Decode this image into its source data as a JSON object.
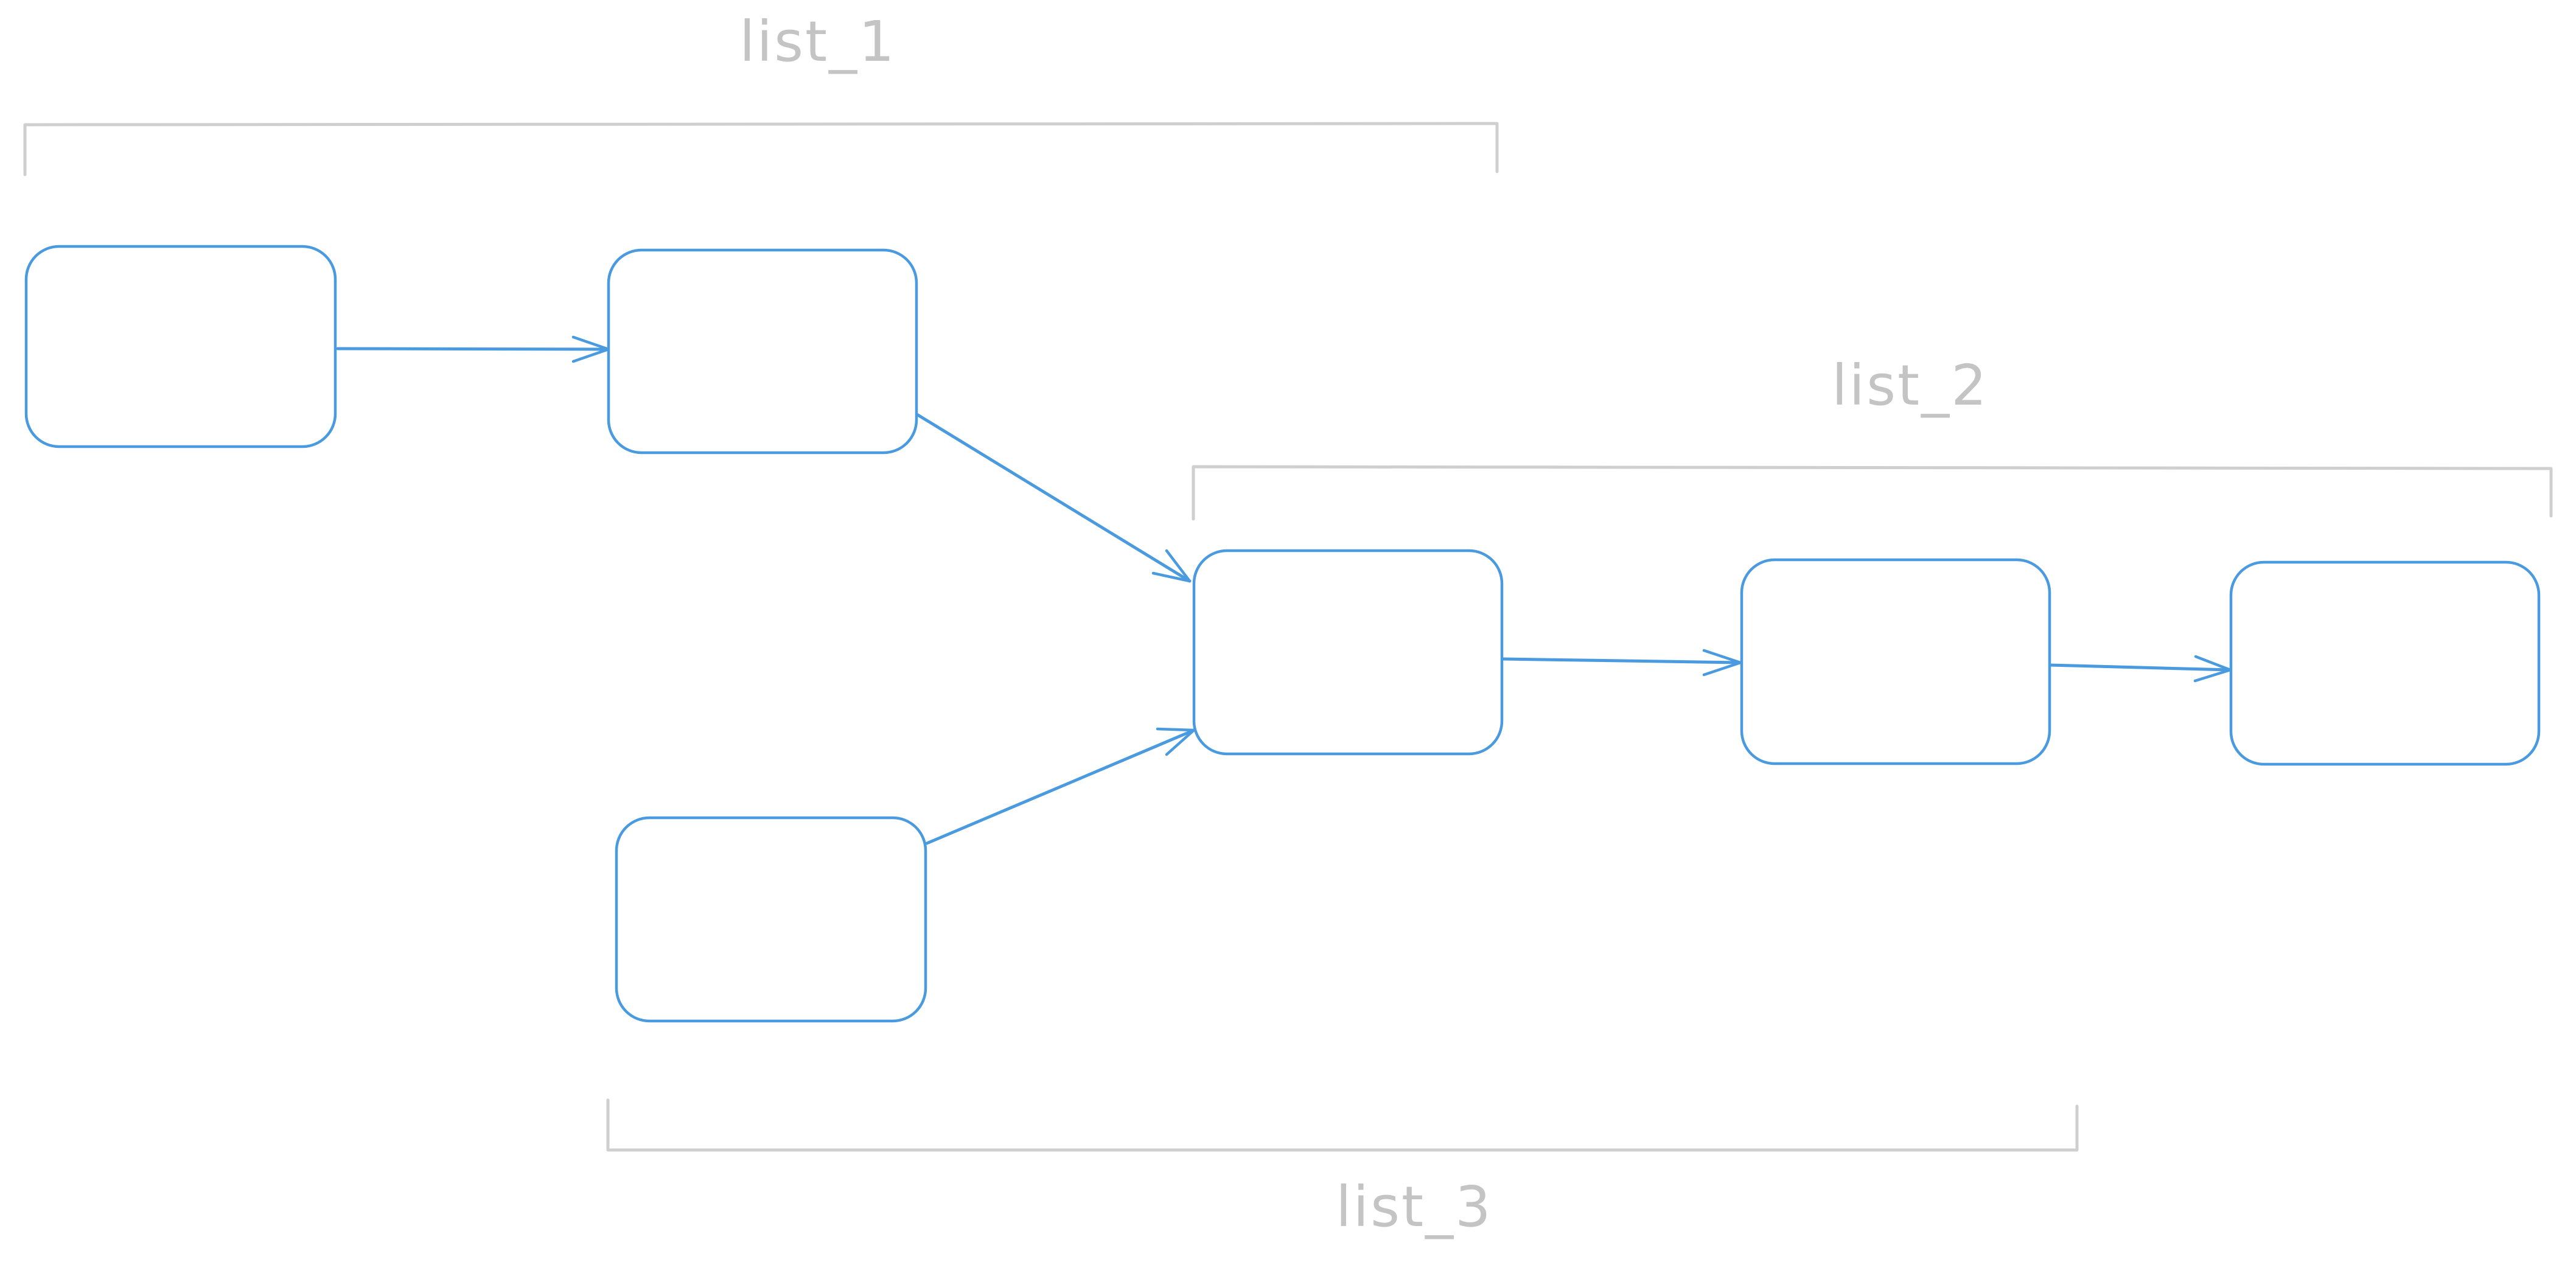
{
  "diagram": {
    "labels": {
      "list_1": "list_1",
      "list_2": "list_2",
      "list_3": "list_3"
    },
    "colors": {
      "node_stroke": "#4a9ae0",
      "bracket_stroke": "#cfcfcf",
      "label_text": "#c4c4c4",
      "background": "#ffffff"
    },
    "nodes": [
      {
        "id": "node-1",
        "text": ""
      },
      {
        "id": "node-2",
        "text": ""
      },
      {
        "id": "node-3",
        "text": ""
      },
      {
        "id": "node-4",
        "text": ""
      },
      {
        "id": "node-5",
        "text": ""
      },
      {
        "id": "node-6",
        "text": ""
      }
    ],
    "edges": [
      {
        "from": "node-1",
        "to": "node-2"
      },
      {
        "from": "node-2",
        "to": "node-4"
      },
      {
        "from": "node-3",
        "to": "node-4"
      },
      {
        "from": "node-4",
        "to": "node-5"
      },
      {
        "from": "node-5",
        "to": "node-6"
      }
    ],
    "groups": [
      {
        "label": "list_1",
        "members": [
          "node-1",
          "node-2"
        ]
      },
      {
        "label": "list_2",
        "members": [
          "node-4",
          "node-5",
          "node-6"
        ]
      },
      {
        "label": "list_3",
        "members": [
          "node-3",
          "node-4",
          "node-5"
        ]
      }
    ]
  }
}
